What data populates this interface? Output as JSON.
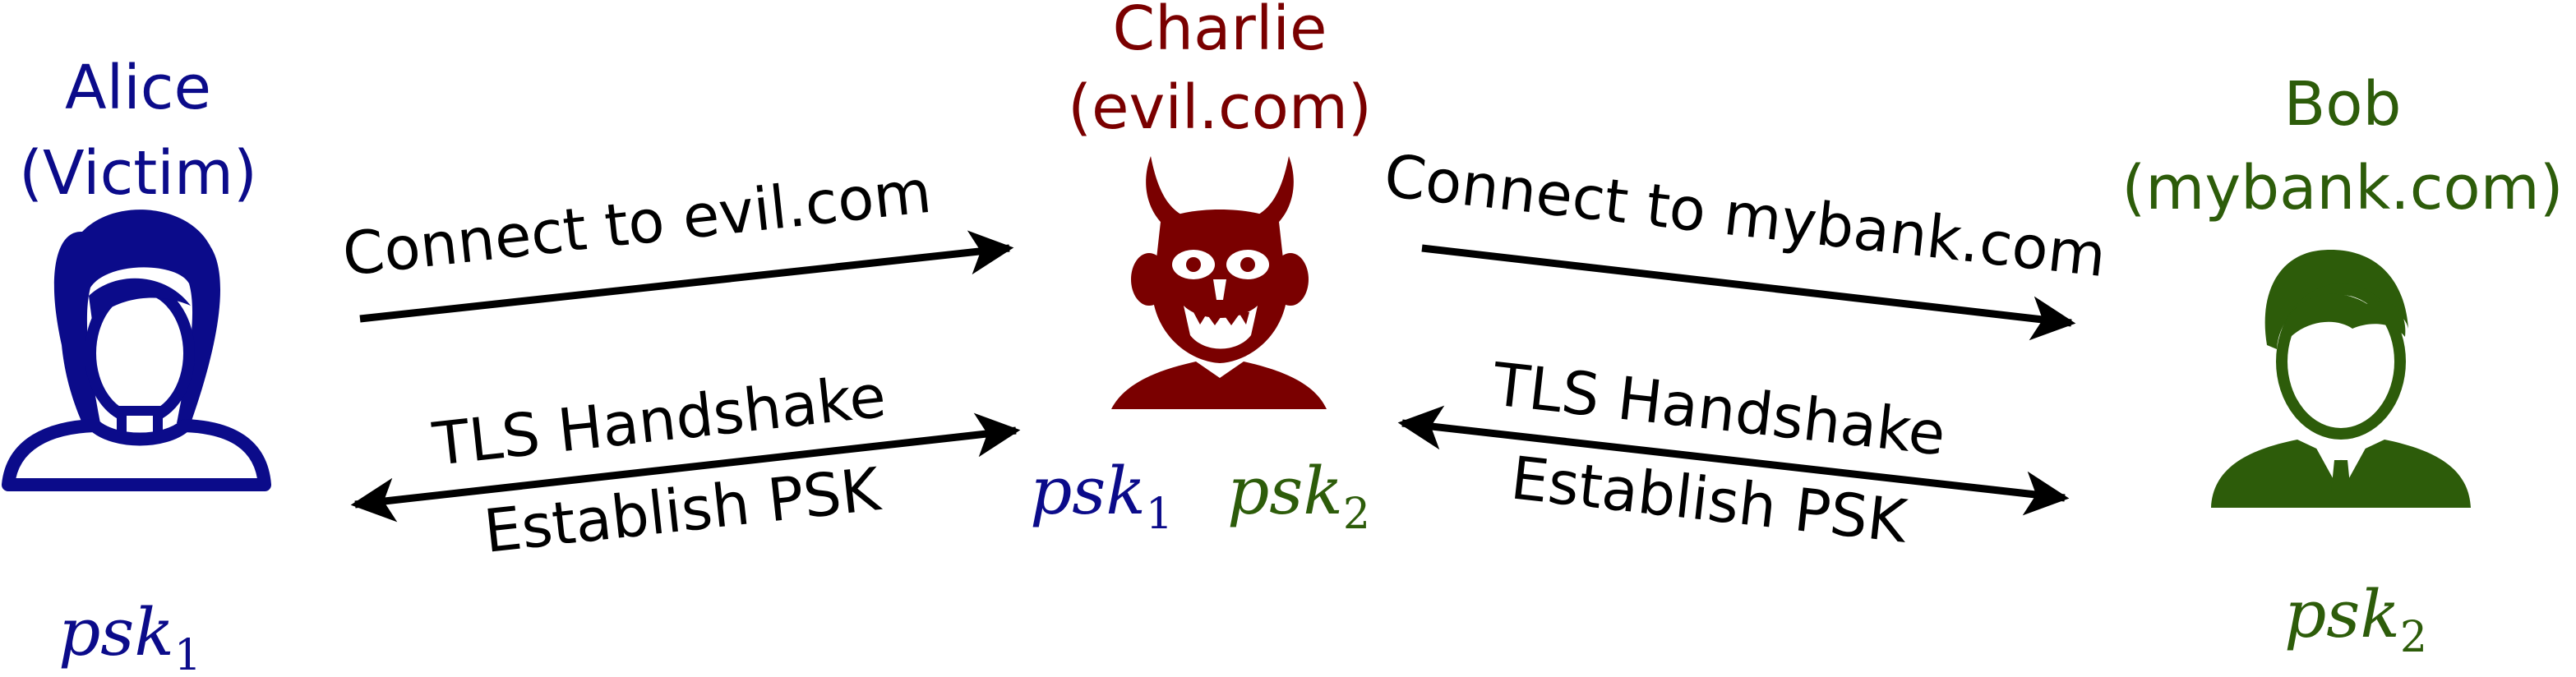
{
  "parties": {
    "alice": {
      "name": "Alice",
      "role": "(Victim)",
      "key": "psk",
      "key_sub": "1",
      "color": "#0b0b8a"
    },
    "charlie": {
      "name": "Charlie",
      "role": "(evil.com)",
      "key_left": "psk",
      "key_left_sub": "1",
      "key_right": "psk",
      "key_right_sub": "2",
      "color": "#7a0000"
    },
    "bob": {
      "name": "Bob",
      "role": "(mybank.com)",
      "key": "psk",
      "key_sub": "2",
      "color": "#2d5c0a"
    }
  },
  "messages": {
    "connect_left": "Connect to evil.com",
    "connect_right": "Connect to mybank.com",
    "handshake_left": "TLS Handshake",
    "establish_left": "Establish PSK",
    "handshake_right": "TLS Handshake",
    "establish_right": "Establish PSK"
  },
  "colors": {
    "alice": "#0b0b8a",
    "charlie": "#7a0000",
    "bob": "#2d5c0a",
    "arrow": "#000000",
    "key_charlie_left": "#0b0b8a",
    "key_charlie_right": "#2d5c0a"
  },
  "icons": {
    "alice": "woman-avatar-icon",
    "charlie": "devil-icon",
    "bob": "man-in-suit-icon"
  }
}
